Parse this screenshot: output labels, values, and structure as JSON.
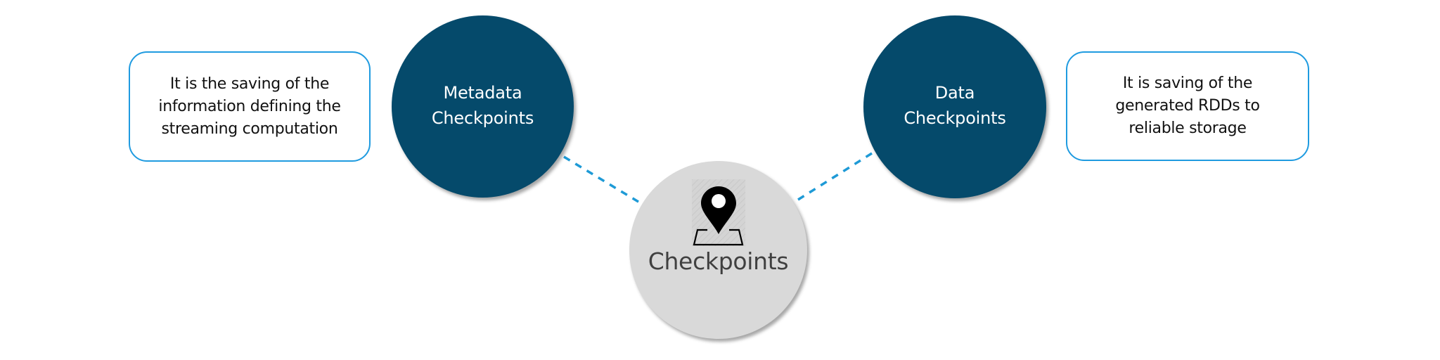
{
  "diagram": {
    "center_node": {
      "label": "Checkpoints",
      "icon": "map-pin-icon",
      "fill_color": "#d9d9d9",
      "text_color": "#404040"
    },
    "branches": [
      {
        "id": "metadata",
        "title_lines": [
          "Metadata",
          "Checkpoints"
        ],
        "description_lines": [
          "It is the saving of the",
          "information defining the",
          "streaming computation"
        ]
      },
      {
        "id": "data",
        "title_lines": [
          "Data",
          "Checkpoints"
        ],
        "description_lines": [
          "It is saving of the",
          "generated RDDs to",
          "reliable storage"
        ]
      }
    ],
    "colors": {
      "branch_circle": "#054a6b",
      "branch_text": "#ffffff",
      "box_border": "#1f9be0",
      "connector": "#1e9ad6",
      "description_text": "#111111"
    }
  }
}
